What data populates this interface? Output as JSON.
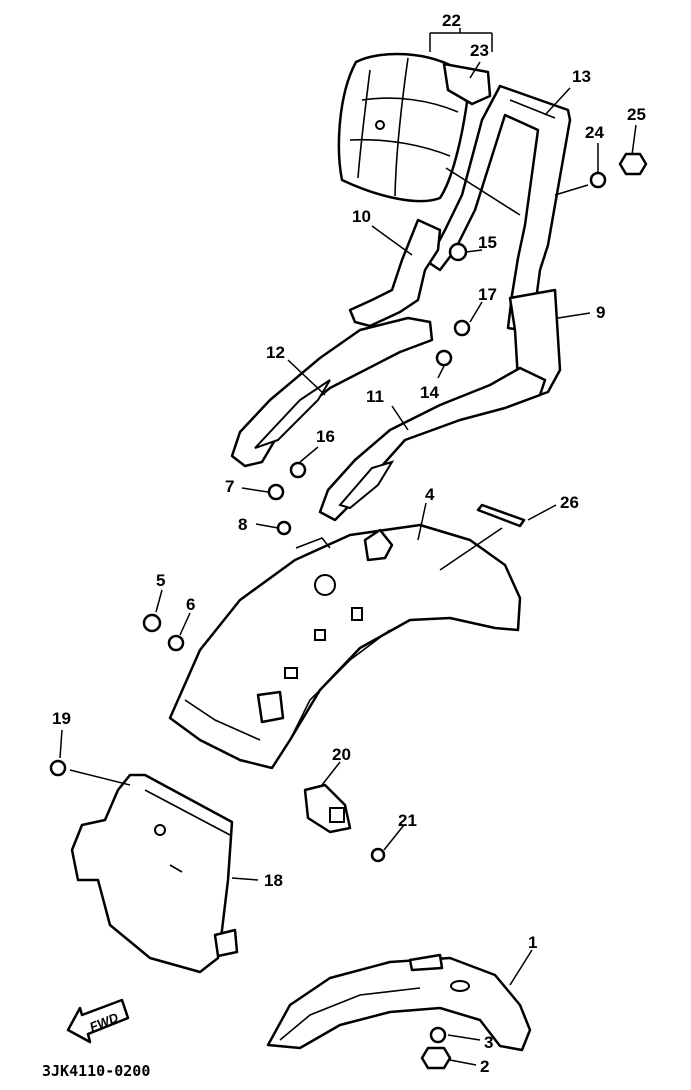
{
  "diagram_code": "3JK4110-0200",
  "fwd_label": "FWD",
  "callouts": [
    "1",
    "2",
    "3",
    "4",
    "5",
    "6",
    "7",
    "8",
    "9",
    "10",
    "11",
    "12",
    "13",
    "14",
    "15",
    "16",
    "17",
    "18",
    "19",
    "20",
    "21",
    "22",
    "23",
    "24",
    "25",
    "26"
  ]
}
